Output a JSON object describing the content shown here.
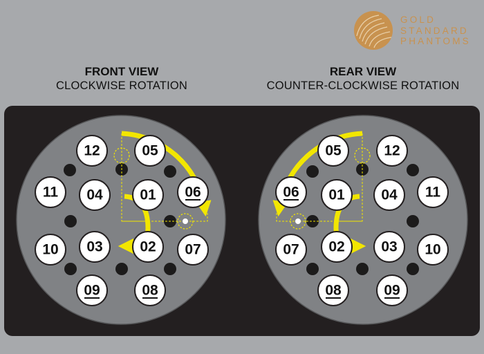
{
  "logo": {
    "lines": [
      "GOLD",
      "STANDARD",
      "PHANTOMS"
    ],
    "color": "#c8924f",
    "icon": "concentric-arcs-logo-icon"
  },
  "front": {
    "title": "FRONT VIEW",
    "subtitle": "CLOCKWISE ROTATION"
  },
  "rear": {
    "title": "REAR VIEW",
    "subtitle": "COUNTER-CLOCKWISE ROTATION"
  },
  "front_markers": [
    {
      "label": "12",
      "underline": false
    },
    {
      "label": "05",
      "underline": false
    },
    {
      "label": "11",
      "underline": false
    },
    {
      "label": "04",
      "underline": false
    },
    {
      "label": "01",
      "underline": false
    },
    {
      "label": "06",
      "underline": true
    },
    {
      "label": "10",
      "underline": false
    },
    {
      "label": "03",
      "underline": false
    },
    {
      "label": "02",
      "underline": false
    },
    {
      "label": "07",
      "underline": false
    },
    {
      "label": "09",
      "underline": true
    },
    {
      "label": "08",
      "underline": true
    }
  ],
  "rear_markers": [
    {
      "label": "05",
      "underline": false
    },
    {
      "label": "12",
      "underline": false
    },
    {
      "label": "06",
      "underline": true
    },
    {
      "label": "01",
      "underline": false
    },
    {
      "label": "04",
      "underline": false
    },
    {
      "label": "11",
      "underline": false
    },
    {
      "label": "07",
      "underline": false
    },
    {
      "label": "02",
      "underline": false
    },
    {
      "label": "03",
      "underline": false
    },
    {
      "label": "10",
      "underline": false
    },
    {
      "label": "08",
      "underline": true
    },
    {
      "label": "09",
      "underline": true
    }
  ],
  "colors": {
    "background": "#a7a9ac",
    "panel": "#231f20",
    "disk": "#808285",
    "arrow": "#f2e600",
    "marker": "#ffffff"
  }
}
